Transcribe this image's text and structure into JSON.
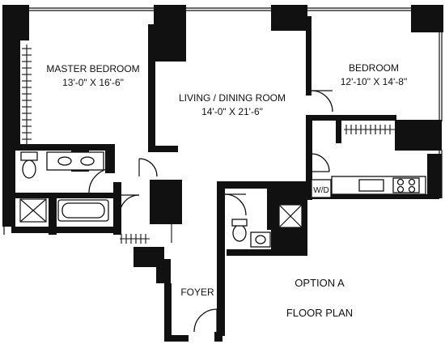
{
  "rooms": {
    "master_bedroom": {
      "name": "MASTER BEDROOM",
      "size": "13'-0\" X 16'-6\""
    },
    "living_dining": {
      "name": "LIVING / DINING ROOM",
      "size": "14'-0\" X 21'-6\""
    },
    "bedroom": {
      "name": "BEDROOM",
      "size": "12'-10\" X 14'-8\""
    },
    "foyer": {
      "name": "FOYER"
    }
  },
  "labels": {
    "washer_dryer": "W/D",
    "option": "OPTION A",
    "plan_title": "FLOOR PLAN"
  },
  "colors": {
    "wall": "#111111",
    "background": "#ffffff"
  }
}
